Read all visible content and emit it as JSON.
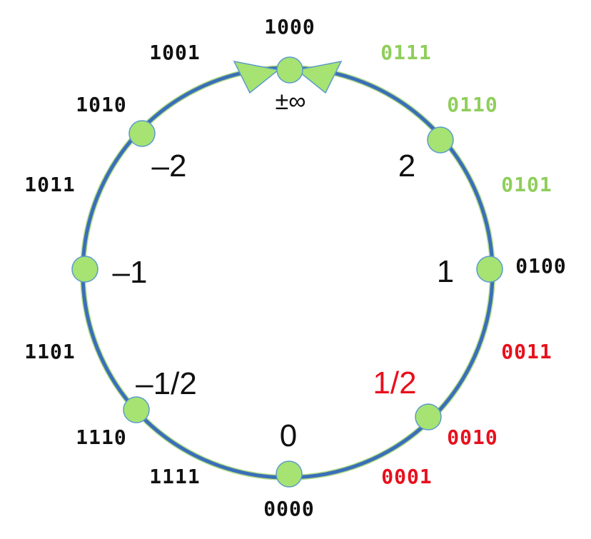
{
  "colors": {
    "ring": "#3a6fb8",
    "ring_edge": "#b5dc8a",
    "node_fill": "#a6e372",
    "node_stroke": "#5a9acb",
    "code_black": "#111111",
    "code_green": "#8fce5c",
    "code_red": "#e8101c",
    "value_black": "#111111",
    "value_red": "#e8101c"
  },
  "diagram": {
    "nodes": [
      {
        "name": "node-infinity",
        "code": "1000",
        "value": "±∞",
        "code_color": "code_black",
        "value_color": "value_black"
      },
      {
        "name": "node-two",
        "code": "0110",
        "value": "2",
        "code_color": "code_green",
        "value_color": "value_black"
      },
      {
        "name": "node-one",
        "code": "0100",
        "value": "1",
        "code_color": "code_black",
        "value_color": "value_black"
      },
      {
        "name": "node-half",
        "code": "0010",
        "value": "1/2",
        "code_color": "code_red",
        "value_color": "value_red"
      },
      {
        "name": "node-zero",
        "code": "0000",
        "value": "0",
        "code_color": "code_black",
        "value_color": "value_black"
      },
      {
        "name": "node-neg-half",
        "code": "1110",
        "value": "–1/2",
        "code_color": "code_black",
        "value_color": "value_black"
      },
      {
        "name": "node-neg-one",
        "code": "",
        "value": "–1",
        "code_color": "code_black",
        "value_color": "value_black"
      },
      {
        "name": "node-neg-two",
        "code": "1010",
        "value": "–2",
        "code_color": "code_black",
        "value_color": "value_black"
      }
    ],
    "between_codes": [
      {
        "name": "code-1001",
        "code": "1001",
        "color": "code_black"
      },
      {
        "name": "code-0111",
        "code": "0111",
        "color": "code_green"
      },
      {
        "name": "code-0101",
        "code": "0101",
        "color": "code_green"
      },
      {
        "name": "code-0011",
        "code": "0011",
        "color": "code_red"
      },
      {
        "name": "code-0001",
        "code": "0001",
        "color": "code_red"
      },
      {
        "name": "code-1111",
        "code": "1111",
        "color": "code_black"
      },
      {
        "name": "code-1101",
        "code": "1101",
        "color": "code_black"
      },
      {
        "name": "code-1011",
        "code": "1011",
        "color": "code_black"
      }
    ]
  }
}
